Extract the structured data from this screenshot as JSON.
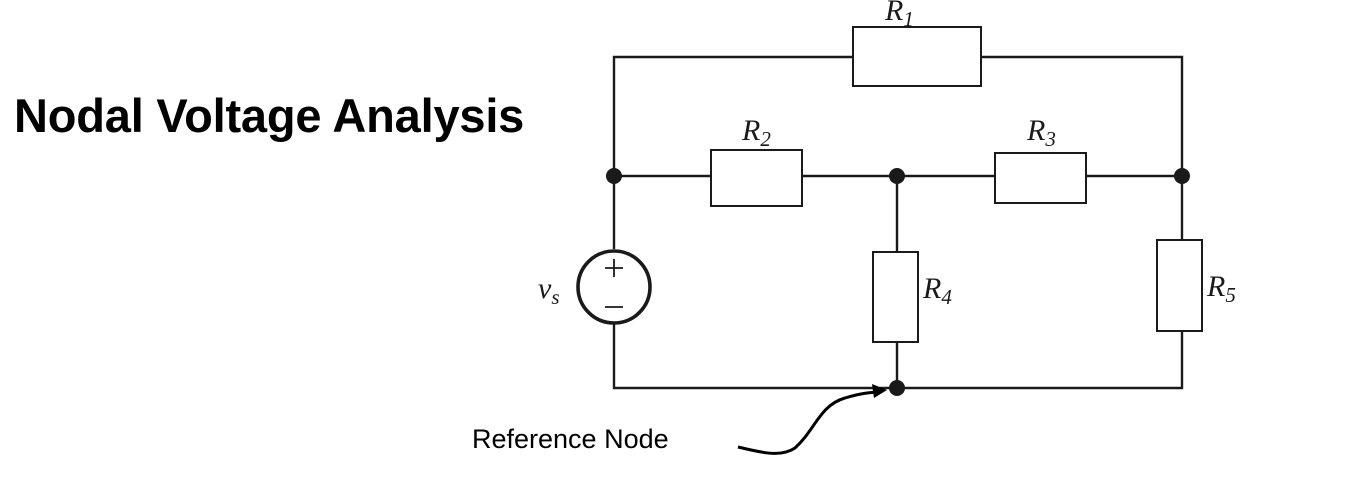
{
  "title": "Nodal Voltage Analysis",
  "annotation": {
    "label": "Reference Node"
  },
  "circuit": {
    "source": {
      "symbol": "v",
      "subscript": "s",
      "plus": "+",
      "minus": "−"
    },
    "resistors": [
      {
        "id": "R1",
        "symbol": "R",
        "subscript": "1"
      },
      {
        "id": "R2",
        "symbol": "R",
        "subscript": "2"
      },
      {
        "id": "R3",
        "symbol": "R",
        "subscript": "3"
      },
      {
        "id": "R4",
        "symbol": "R",
        "subscript": "4"
      },
      {
        "id": "R5",
        "symbol": "R",
        "subscript": "5"
      }
    ],
    "nodes": [
      "left-node",
      "middle-node",
      "right-node",
      "reference-node"
    ]
  }
}
